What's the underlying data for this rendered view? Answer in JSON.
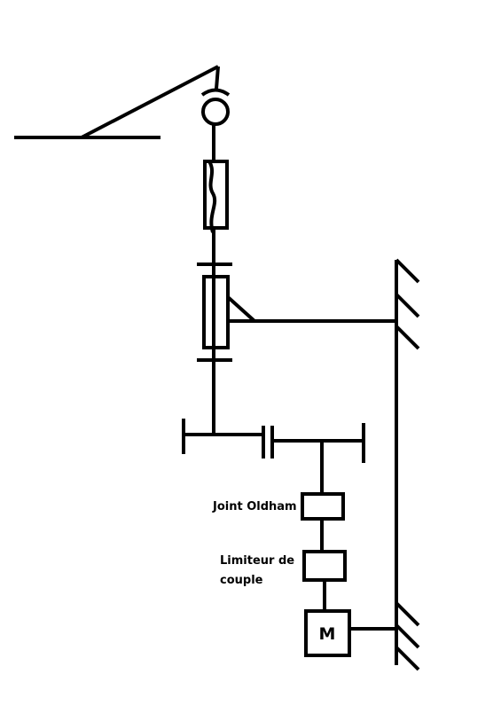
{
  "labels": {
    "oldham": "Joint Oldham",
    "limiteur_line1": "Limiteur de",
    "limiteur_line2": "couple",
    "motor": "M"
  }
}
